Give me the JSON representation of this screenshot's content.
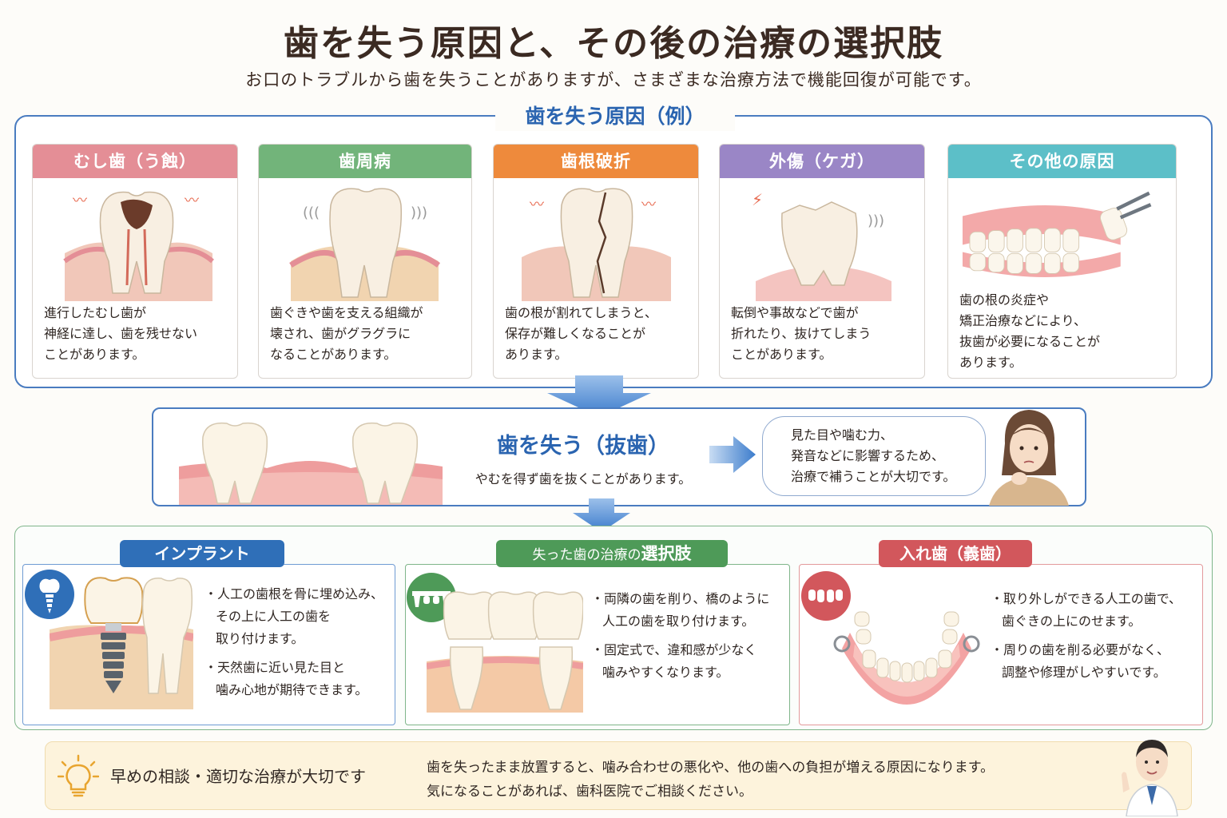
{
  "header": {
    "title": "歯を失う原因と、その後の治療の選択肢",
    "subtitle": "お口のトラブルから歯を失うことがありますが、さまざまな治療方法で機能回復が可能です。"
  },
  "causes": {
    "heading": "歯を失う原因（例）",
    "items": [
      {
        "label": "むし歯（う蝕）",
        "text": "進行したむし歯が\n神経に達し、歯を残せない\nことがあります。",
        "color": "#e48e96"
      },
      {
        "label": "歯周病",
        "text": "歯ぐきや歯を支える組織が\n壊され、歯がグラグラに\nなることがあります。",
        "color": "#72b47a"
      },
      {
        "label": "歯根破折",
        "text": "歯の根が割れてしまうと、\n保存が難しくなることが\nあります。",
        "color": "#ee8a3c"
      },
      {
        "label": "外傷（ケガ）",
        "text": "転倒や事故などで歯が\n折れたり、抜けてしまう\nことがあります。",
        "color": "#9a86c6"
      },
      {
        "label": "その他の原因",
        "text": "歯の根の炎症や\n矯正治療などにより、\n抜歯が必要になることが\nあります。",
        "color": "#5cbfc8"
      }
    ]
  },
  "extraction": {
    "title": "歯を失う（抜歯）",
    "description": "やむを得ず歯を抜くことがあります。",
    "bubble": "見た目や噛む力、\n発音などに影響するため、\n治療で補うことが大切です。"
  },
  "treatments": {
    "heading_prefix": "失った歯の治療の",
    "heading_emph": "選択肢",
    "implant": {
      "label": "インプラント",
      "points": [
        "人工の歯根を骨に埋め込み、\nその上に人工の歯を\n取り付けます。",
        "天然歯に近い見た目と\n噛み心地が期待できます。"
      ],
      "color": "#2f6fb8"
    },
    "bridge": {
      "points": [
        "両隣の歯を削り、橋のように\n人工の歯を取り付けます。",
        "固定式で、違和感が少なく\n噛みやすくなります。"
      ],
      "color": "#4e9a58"
    },
    "denture": {
      "label": "入れ歯（義歯）",
      "points": [
        "取り外しができる人工の歯で、\n歯ぐきの上にのせます。",
        "周りの歯を削る必要がなく、\n調整や修理がしやすいです。"
      ],
      "color": "#d2575c"
    }
  },
  "footer": {
    "heading": "早めの相談・適切な治療が大切です",
    "message": "歯を失ったまま放置すると、噛み合わせの悪化や、他の歯への負担が増える原因になります。\n気になることがあれば、歯科医院でご相談ください。"
  }
}
